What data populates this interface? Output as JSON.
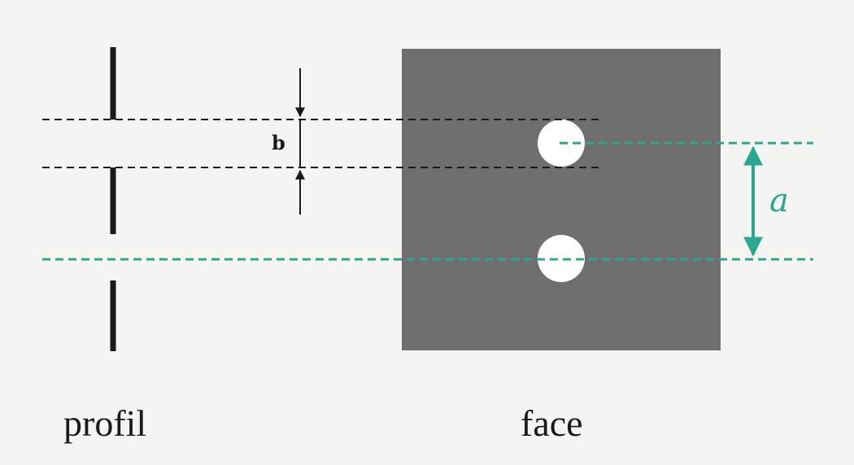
{
  "labels": {
    "profil": "profil",
    "face": "face",
    "b": "b",
    "a": "a"
  },
  "colors": {
    "background": "#f4f4f2",
    "plate": "#6f6f6f",
    "ink": "#1a1a1a",
    "accent": "#2aa88e",
    "hole": "#ffffff"
  }
}
